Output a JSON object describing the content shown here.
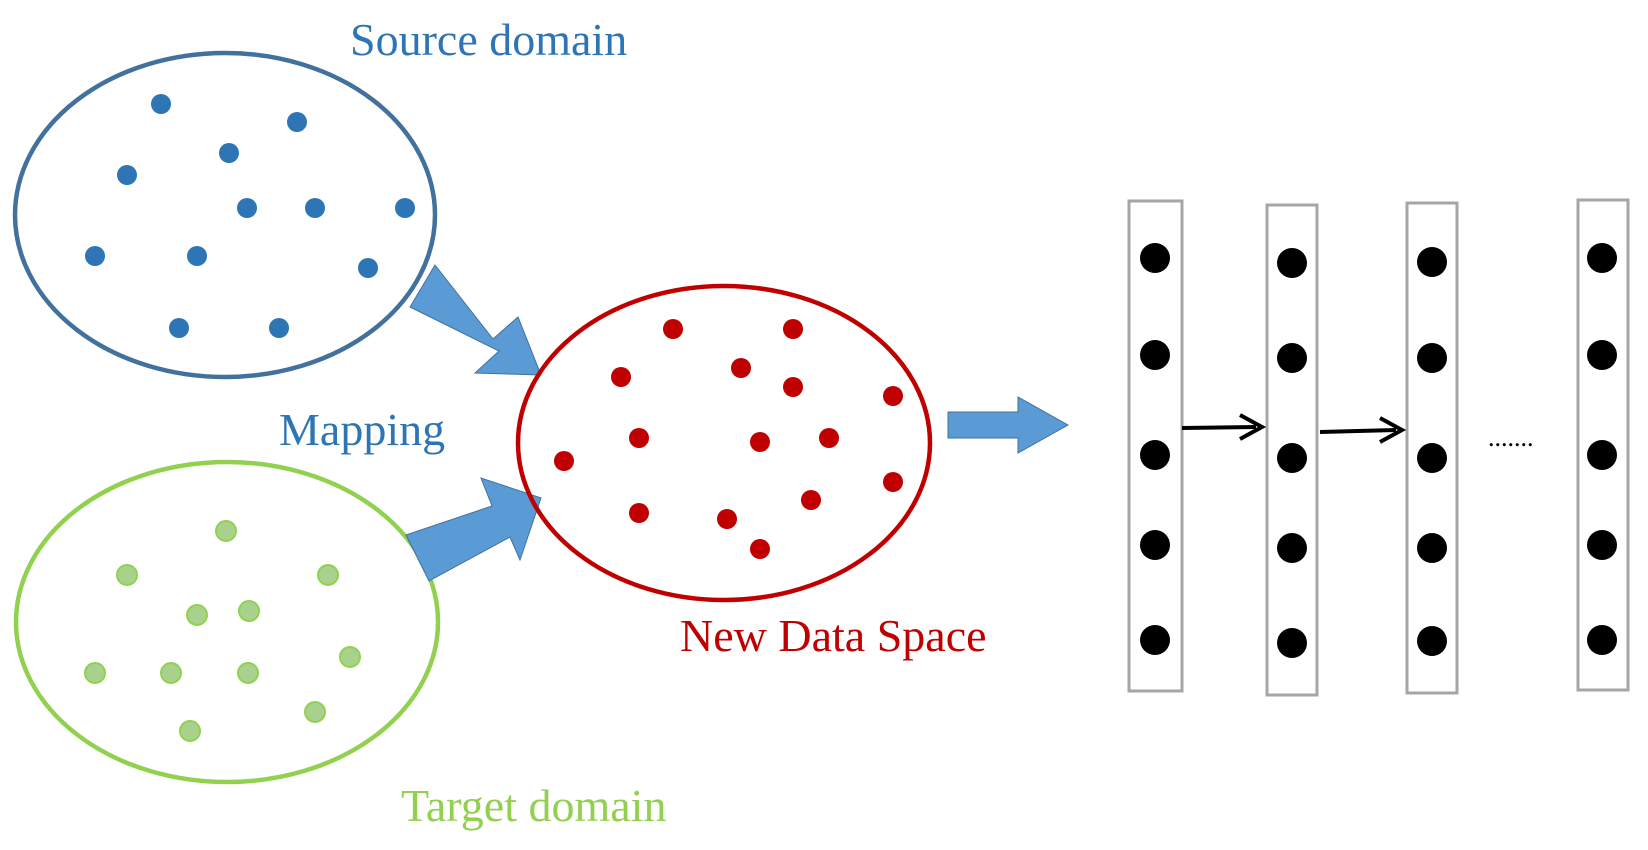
{
  "labels": {
    "source_domain": "Source domain",
    "mapping": "Mapping",
    "target_domain": "Target domain",
    "new_data_space": "New Data Space",
    "ellipsis": "......."
  },
  "colors": {
    "source": "#2e75b6",
    "source_outline": "#41719c",
    "target": "#92d050",
    "target_outline": "#92d050",
    "new_space": "#c00000",
    "arrow_fill": "#5b9bd5",
    "layer_outline": "#a6a6a6",
    "neuron": "#000000"
  },
  "network": {
    "layer_count": 4,
    "neurons_per_layer": 5
  }
}
